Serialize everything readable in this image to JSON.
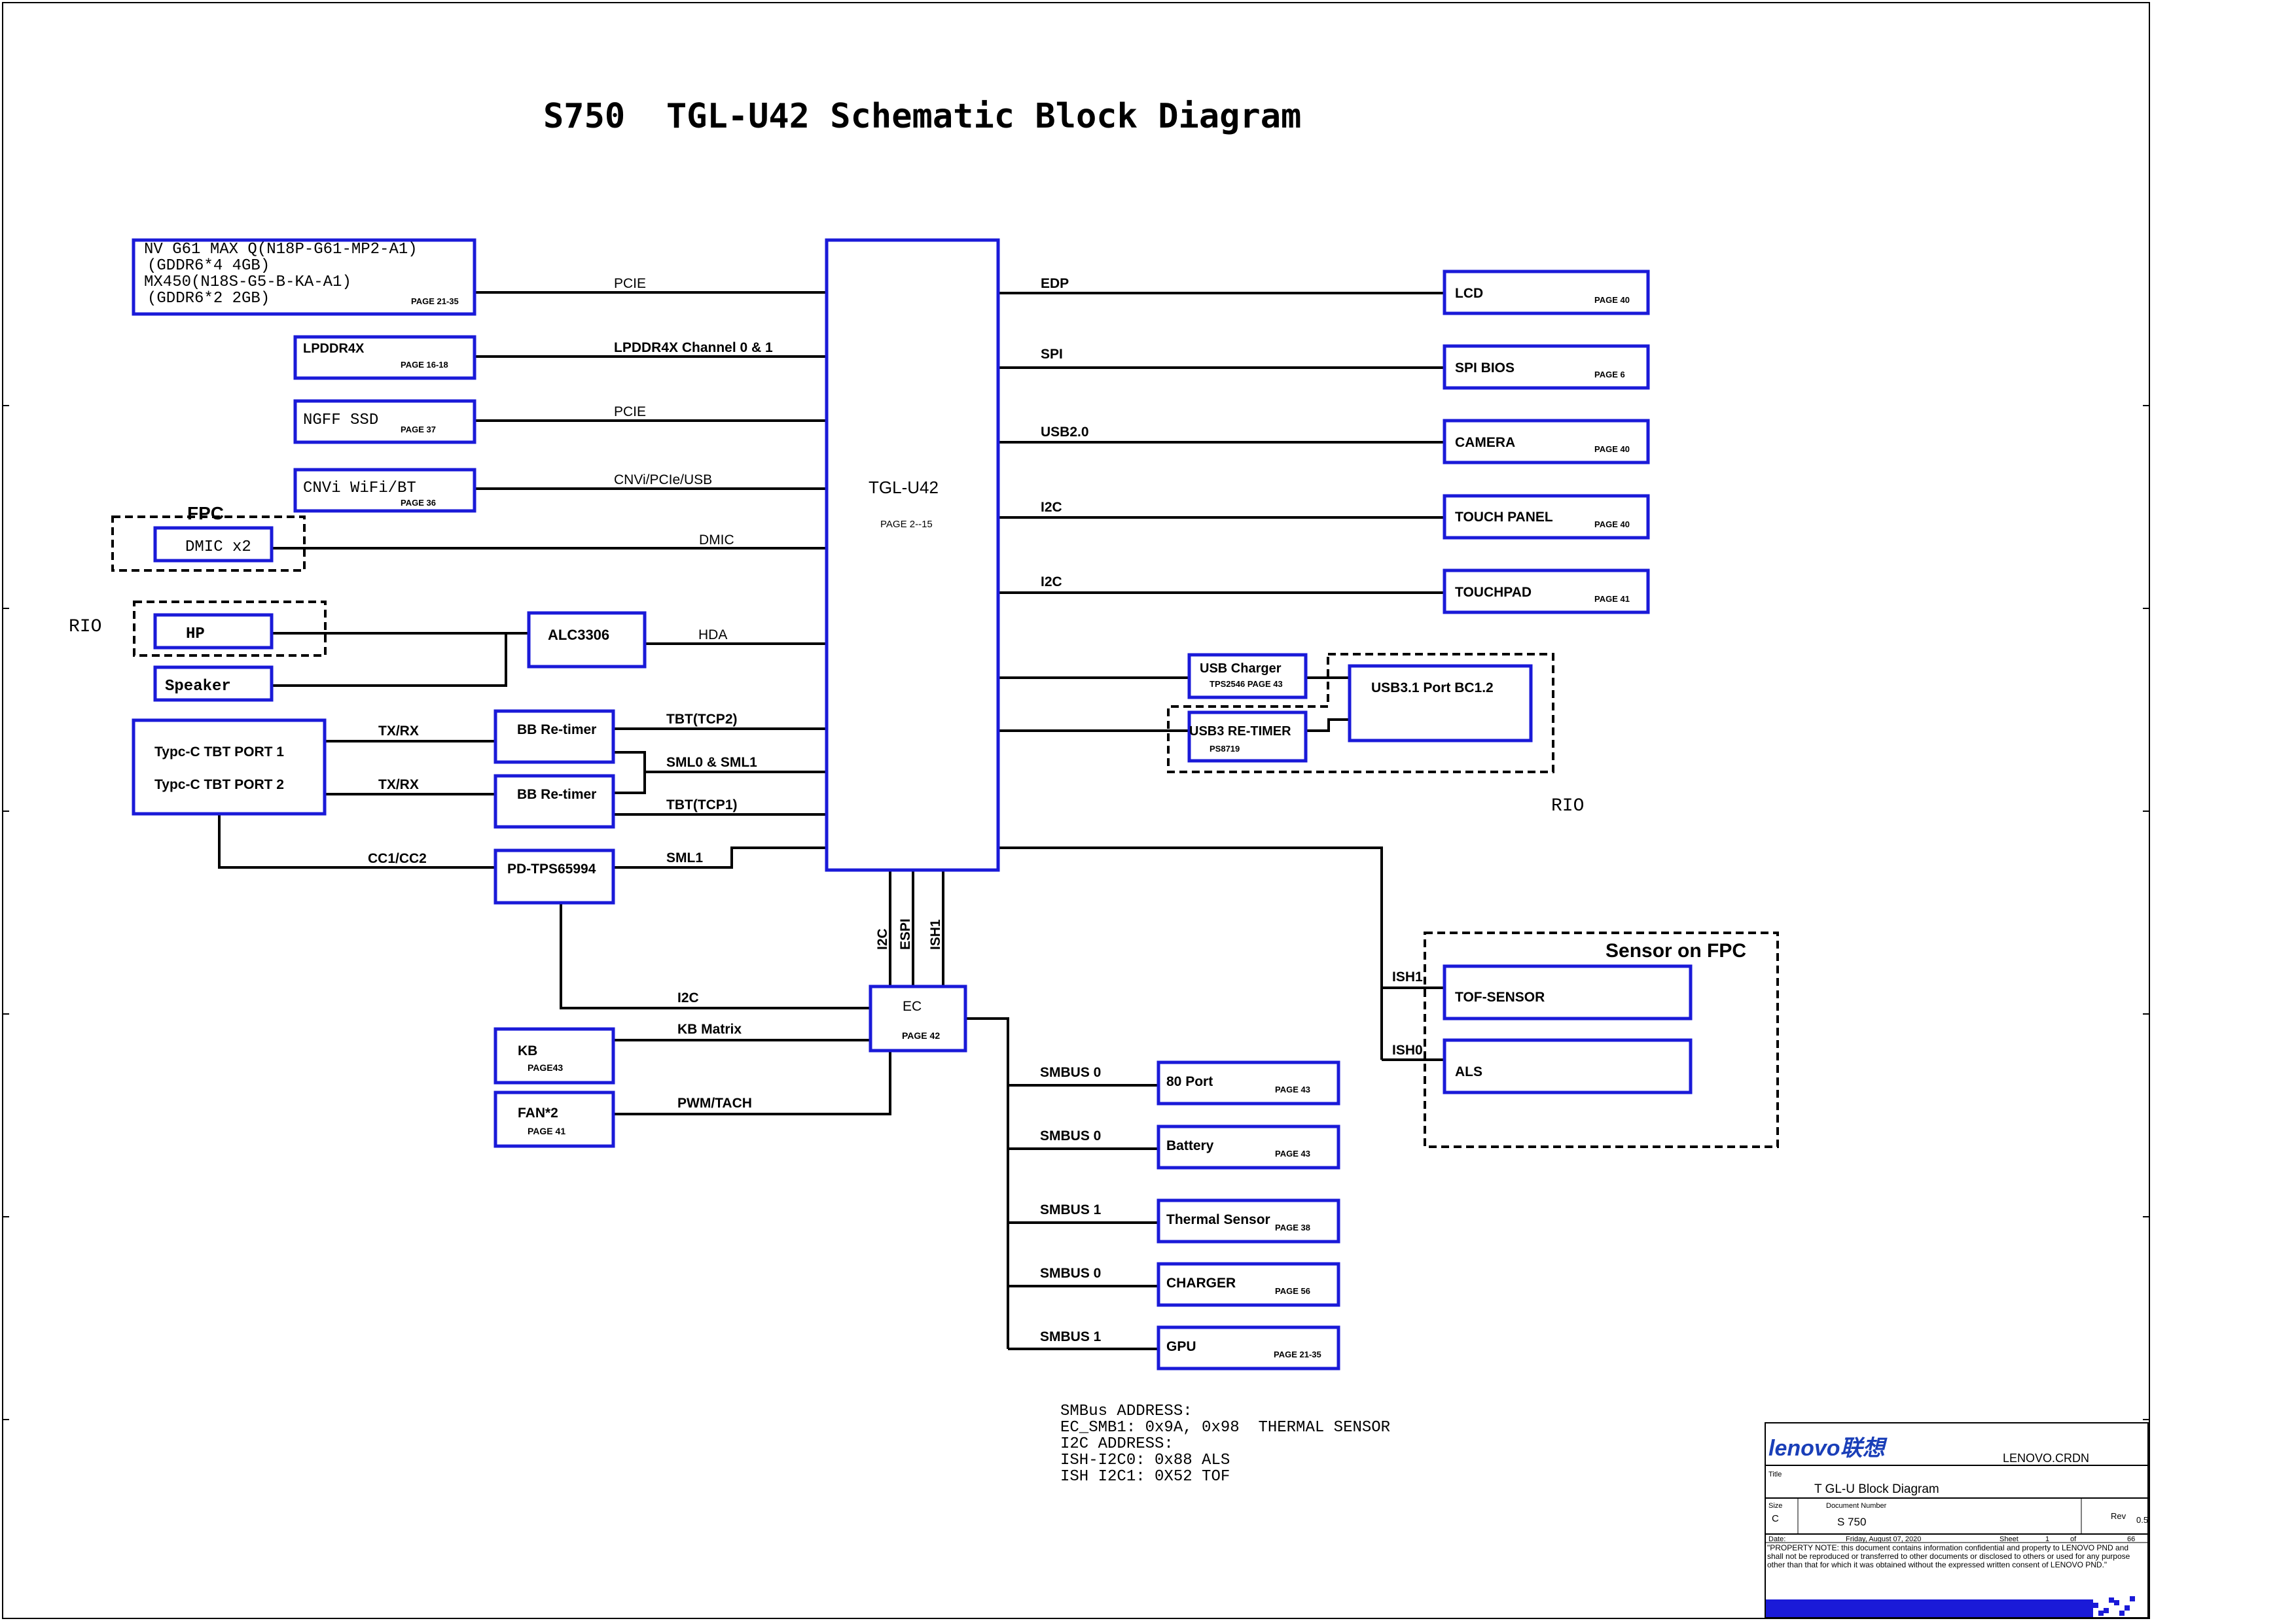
{
  "title": "S750  TGL-U42 Schematic Block Diagram",
  "cpu": {
    "name": "TGL-U42",
    "page": "PAGE 2--15"
  },
  "left_blocks": {
    "gpu": {
      "line1": "NV G61 MAX Q(N18P-G61-MP2-A1)",
      "line2": "(GDDR6*4  4GB)",
      "line3": "MX450(N18S-G5-B-KA-A1)",
      "line4": "(GDDR6*2  2GB)",
      "page": "PAGE 21-35",
      "bus": "PCIE"
    },
    "lpddr": {
      "name": "LPDDR4X",
      "page": "PAGE 16-18",
      "bus": "LPDDR4X Channel 0 & 1"
    },
    "ssd": {
      "name": "NGFF SSD",
      "page": "PAGE 37",
      "bus": "PCIE"
    },
    "wifi": {
      "name": "CNVi WiFi/BT",
      "page": "PAGE 36",
      "bus": "CNVi/PCIe/USB"
    },
    "dmic": {
      "name": "DMIC x2",
      "group": "FPC",
      "bus": "DMIC"
    },
    "hp": {
      "name": "HP",
      "group": "RIO"
    },
    "speaker": {
      "name": "Speaker"
    },
    "codec": {
      "name": "ALC3306",
      "bus": "HDA"
    },
    "typec": {
      "line1": "Typc-C TBT PORT 1",
      "line2": "Typc-C TBT PORT 2",
      "bus1": "TX/RX",
      "bus2": "TX/RX",
      "cc": "CC1/CC2"
    },
    "retimer1": {
      "name": "BB Re-timer",
      "bus": "TBT(TCP2)"
    },
    "retimer2": {
      "name": "BB Re-timer",
      "bus": "TBT(TCP1)"
    },
    "sml01": "SML0 & SML1",
    "pd": {
      "name": "PD-TPS65994",
      "bus": "SML1"
    }
  },
  "right_blocks": [
    {
      "name": "LCD",
      "page": "PAGE 40",
      "bus": "EDP"
    },
    {
      "name": "SPI BIOS",
      "page": "PAGE 6",
      "bus": "SPI"
    },
    {
      "name": "CAMERA",
      "page": "PAGE 40",
      "bus": "USB2.0"
    },
    {
      "name": "TOUCH PANEL",
      "page": "PAGE 40",
      "bus": "I2C"
    },
    {
      "name": "TOUCHPAD",
      "page": "PAGE 41",
      "bus": "I2C"
    }
  ],
  "usb": {
    "charger": {
      "name": "USB Charger",
      "sub": "TPS2546 PAGE 43"
    },
    "retimer": {
      "name": "USB3 RE-TIMER",
      "sub": "PS8719"
    },
    "port": {
      "name": "USB3.1 Port BC1.2"
    },
    "group": "RIO"
  },
  "ec": {
    "name": "EC",
    "page": "PAGE 42",
    "buses": [
      "I2C",
      "ESPI",
      "ISH1"
    ],
    "i2c_label": "I2C"
  },
  "kb": {
    "name": "KB",
    "page": "PAGE43",
    "bus": "KB Matrix"
  },
  "fan": {
    "name": "FAN*2",
    "page": "PAGE 41",
    "bus": "PWM/TACH"
  },
  "smbus_blocks": [
    {
      "name": "80 Port",
      "page": "PAGE 43",
      "bus": "SMBUS 0"
    },
    {
      "name": "Battery",
      "page": "PAGE 43",
      "bus": "SMBUS 0"
    },
    {
      "name": "Thermal Sensor",
      "page": "PAGE 38",
      "bus": "SMBUS 1"
    },
    {
      "name": "CHARGER",
      "page": "PAGE 56",
      "bus": "SMBUS 0"
    },
    {
      "name": "GPU",
      "page": "PAGE 21-35",
      "bus": "SMBUS 1"
    }
  ],
  "sensor": {
    "group": "Sensor on FPC",
    "tof": "TOF-SENSOR",
    "als": "ALS",
    "ish1": "ISH1",
    "ish0": "ISH0"
  },
  "notes": [
    "SMBus ADDRESS:",
    "EC_SMB1: 0x9A, 0x98  THERMAL SENSOR",
    "I2C ADDRESS:",
    "ISH-I2C0: 0x88 ALS",
    "ISH I2C1: 0X52 TOF"
  ],
  "title_block": {
    "logo": "lenovo联想",
    "company": "LENOVO.CRDN",
    "title_label": "Title",
    "title": "T GL-U Block Diagram",
    "size_label": "Size",
    "size": "C",
    "docnum_label": "Document Number",
    "docnum": "S 750",
    "rev_label": "Rev",
    "rev": "0.5",
    "date_label": "Date:",
    "date": "Friday, August 07, 2020",
    "sheet_label": "Sheet",
    "sheet": "1",
    "of_label": "of",
    "of": "66",
    "note": "\"PROPERTY NOTE: this document contains information confidential and property to LENOVO PND and shall not be reproduced or transferred to other documents or disclosed to others or used for any purpose other than that for which it was obtained without the expressed written consent of LENOVO PND.\""
  },
  "colors": {
    "box_border": "#1a1ad8",
    "wire": "#000000",
    "logo": "#1a3fb8"
  }
}
